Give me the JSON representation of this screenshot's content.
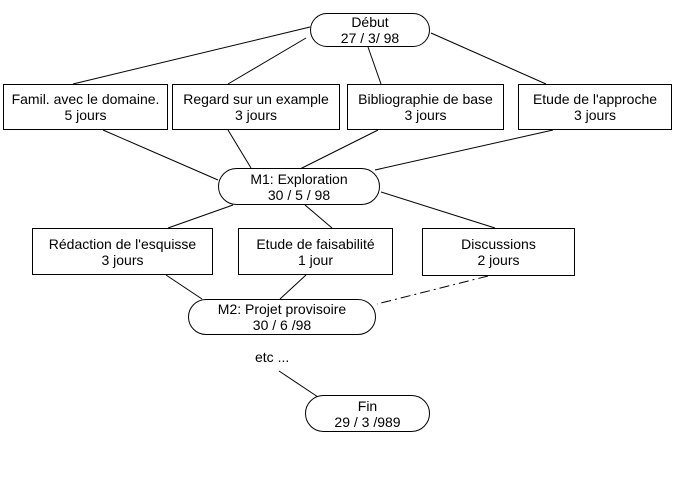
{
  "diagram": {
    "title": "Project planning PERT-style chart (French)",
    "nodes": {
      "debut": {
        "label": "Début",
        "date": "27 / 3/ 98"
      },
      "famil": {
        "label": "Famil. avec le domaine.",
        "duration": "5 jours"
      },
      "regard": {
        "label": "Regard sur un example",
        "duration": "3 jours"
      },
      "biblio": {
        "label": "Bibliographie de base",
        "duration": "3 jours"
      },
      "approche": {
        "label": "Etude de l'approche",
        "duration": "3 jours"
      },
      "m1": {
        "label": "M1: Exploration",
        "date": "30 / 5 / 98"
      },
      "redaction": {
        "label": "Rédaction de l'esquisse",
        "duration": "3 jours"
      },
      "faisabilite": {
        "label": "Etude de faisabilité",
        "duration": "1 jour"
      },
      "discussions": {
        "label": "Discussions",
        "duration": "2 jours"
      },
      "m2": {
        "label": "M2: Projet provisoire",
        "date": "30 / 6 /98"
      },
      "etc": {
        "label": "etc ..."
      },
      "fin": {
        "label": "Fin",
        "date": "29 / 3 /989"
      }
    },
    "edges": [
      {
        "from": "Début",
        "to": "Famil. avec le domaine.",
        "style": "solid"
      },
      {
        "from": "Début",
        "to": "Regard sur un example",
        "style": "solid"
      },
      {
        "from": "Début",
        "to": "Bibliographie de base",
        "style": "solid"
      },
      {
        "from": "Début",
        "to": "Etude de l'approche",
        "style": "solid"
      },
      {
        "from": "Famil. avec le domaine.",
        "to": "M1: Exploration",
        "style": "solid"
      },
      {
        "from": "Regard sur un example",
        "to": "M1: Exploration",
        "style": "solid"
      },
      {
        "from": "Bibliographie de base",
        "to": "M1: Exploration",
        "style": "solid"
      },
      {
        "from": "Etude de l'approche",
        "to": "M1: Exploration",
        "style": "solid"
      },
      {
        "from": "M1: Exploration",
        "to": "Rédaction de l'esquisse",
        "style": "solid"
      },
      {
        "from": "M1: Exploration",
        "to": "Etude de faisabilité",
        "style": "solid"
      },
      {
        "from": "M1: Exploration",
        "to": "Discussions",
        "style": "solid"
      },
      {
        "from": "Rédaction de l'esquisse",
        "to": "M2: Projet provisoire",
        "style": "solid"
      },
      {
        "from": "Etude de faisabilité",
        "to": "M2: Projet provisoire",
        "style": "solid"
      },
      {
        "from": "Discussions",
        "to": "M2: Projet provisoire",
        "style": "dash-dot"
      },
      {
        "from": "etc ...",
        "to": "Fin",
        "style": "solid"
      }
    ],
    "colors": {
      "background": "#ffffff",
      "stroke": "#000000",
      "text": "#000000"
    }
  }
}
